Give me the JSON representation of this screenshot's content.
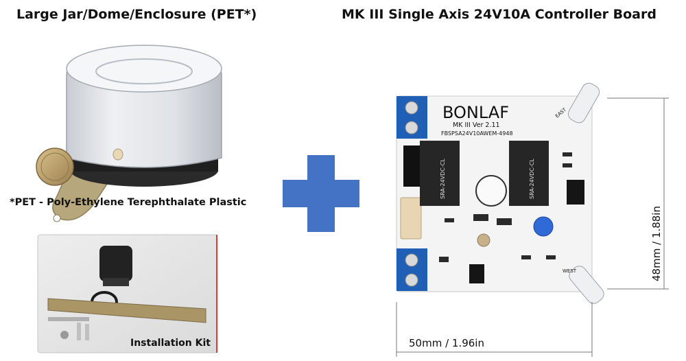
{
  "titles": {
    "left": "Large Jar/Dome/Enclosure (PET*)",
    "right": "MK III Single Axis 24V10A Controller Board"
  },
  "labels": {
    "pet_note": "*PET - Poly-Ethylene Terephthalate Plastic",
    "kit": "Installation Kit"
  },
  "dimensions": {
    "width": "50mm / 1.96in",
    "height": "48mm / 1.88in"
  },
  "board_text": {
    "brand": "BONLAF",
    "version": "MK III Ver 2.11",
    "part": "FBSPSA24V10AWEM-4948",
    "relay": "SRA-24VDC-CL",
    "east": "EAST",
    "west": "WEST"
  },
  "colors": {
    "plus": "#4472c4",
    "terminal": "#1f5fb5",
    "board": "#f4f4f4"
  }
}
